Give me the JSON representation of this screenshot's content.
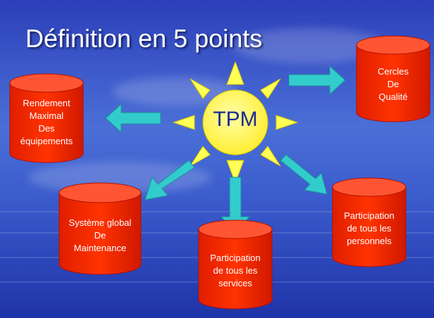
{
  "slide": {
    "title": "Définition en 5 points"
  },
  "center": {
    "label": "TPM"
  },
  "nodes": [
    {
      "id": "cercles",
      "label": "Cercles\nDe\nQualité"
    },
    {
      "id": "rendement",
      "label": "Rendement\nMaximal\nDes\néquipements"
    },
    {
      "id": "systeme",
      "label": "Système global\nDe\nMaintenance"
    },
    {
      "id": "participation-services",
      "label": "Participation\nde tous les\nservices"
    },
    {
      "id": "participation-personnels",
      "label": "Participation\nde tous les\npersonnels"
    }
  ],
  "colors": {
    "cylinder": "#ff2a00",
    "cylinder_top": "#ff5533",
    "sun": "#ffff66",
    "ray": "#ffff55",
    "arrow": "#33cccc",
    "title": "#ffffff"
  }
}
